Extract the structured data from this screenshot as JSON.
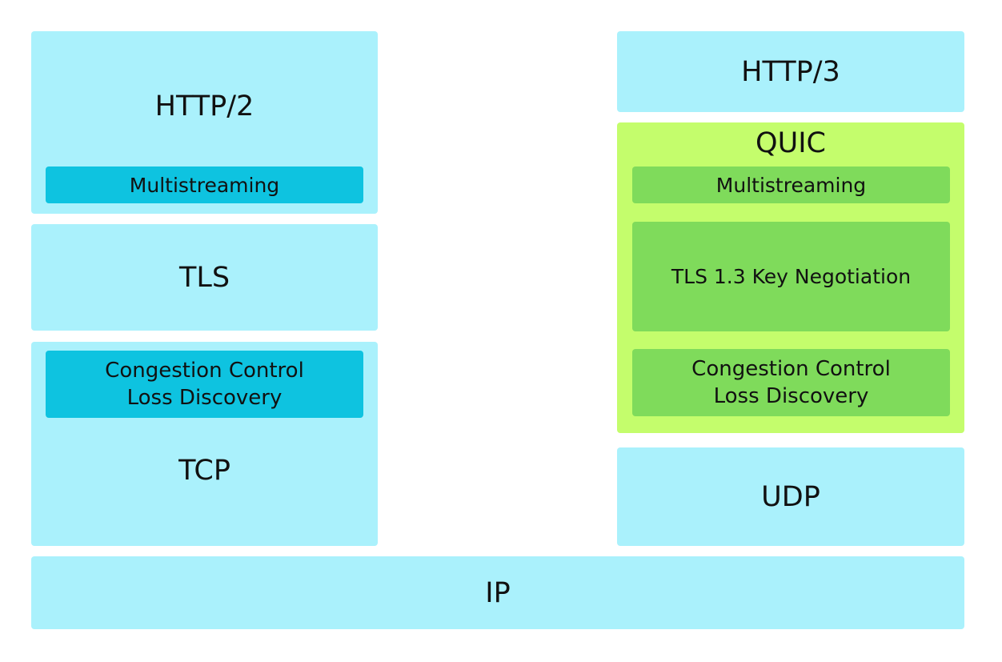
{
  "left_stack": {
    "http2": {
      "title": "HTTP/2",
      "multistreaming": "Multistreaming"
    },
    "tls": {
      "title": "TLS"
    },
    "tcp": {
      "congestion_line1": "Congestion Control",
      "congestion_line2": "Loss Discovery",
      "title": "TCP"
    }
  },
  "right_stack": {
    "http3": {
      "title": "HTTP/3"
    },
    "quic": {
      "title": "QUIC",
      "multistreaming": "Multistreaming",
      "tls_key": "TLS 1.3 Key Negotiation",
      "congestion_line1": "Congestion Control",
      "congestion_line2": "Loss Discovery"
    },
    "udp": {
      "title": "UDP"
    }
  },
  "ip": {
    "title": "IP"
  },
  "colors": {
    "layer_light_blue": "#aaf1fc",
    "feature_teal": "#0ec3e0",
    "quic_lime": "#c4fd6c",
    "quic_feature_green": "#7fdb5b"
  }
}
